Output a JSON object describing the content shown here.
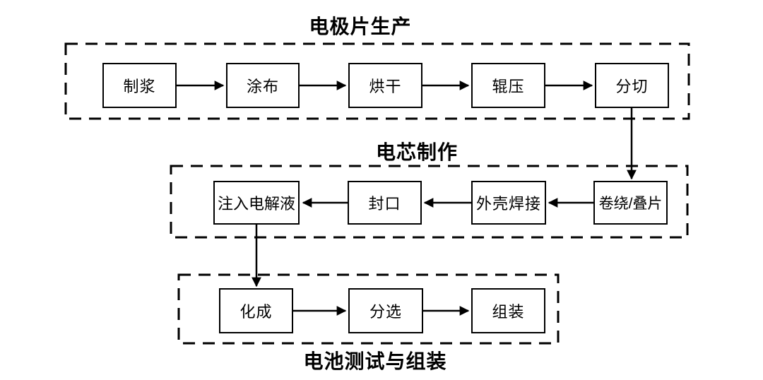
{
  "colors": {
    "background": "#ffffff",
    "line": "#000000",
    "text": "#000000"
  },
  "sections": [
    {
      "title": "电极片生产",
      "nodes": [
        "制浆",
        "涂布",
        "烘干",
        "辊压",
        "分切"
      ]
    },
    {
      "title": "电芯制作",
      "nodes": [
        "卷绕/叠片",
        "外壳焊接",
        "封口",
        "注入电解液"
      ]
    },
    {
      "title": "电池测试与组装",
      "nodes": [
        "化成",
        "分选",
        "组装"
      ]
    }
  ],
  "edges": [
    {
      "from": "制浆",
      "to": "涂布"
    },
    {
      "from": "涂布",
      "to": "烘干"
    },
    {
      "from": "烘干",
      "to": "辊压"
    },
    {
      "from": "辊压",
      "to": "分切"
    },
    {
      "from": "分切",
      "to": "卷绕/叠片"
    },
    {
      "from": "卷绕/叠片",
      "to": "外壳焊接"
    },
    {
      "from": "外壳焊接",
      "to": "封口"
    },
    {
      "from": "封口",
      "to": "注入电解液"
    },
    {
      "from": "注入电解液",
      "to": "化成"
    },
    {
      "from": "化成",
      "to": "分选"
    },
    {
      "from": "分选",
      "to": "组装"
    }
  ]
}
